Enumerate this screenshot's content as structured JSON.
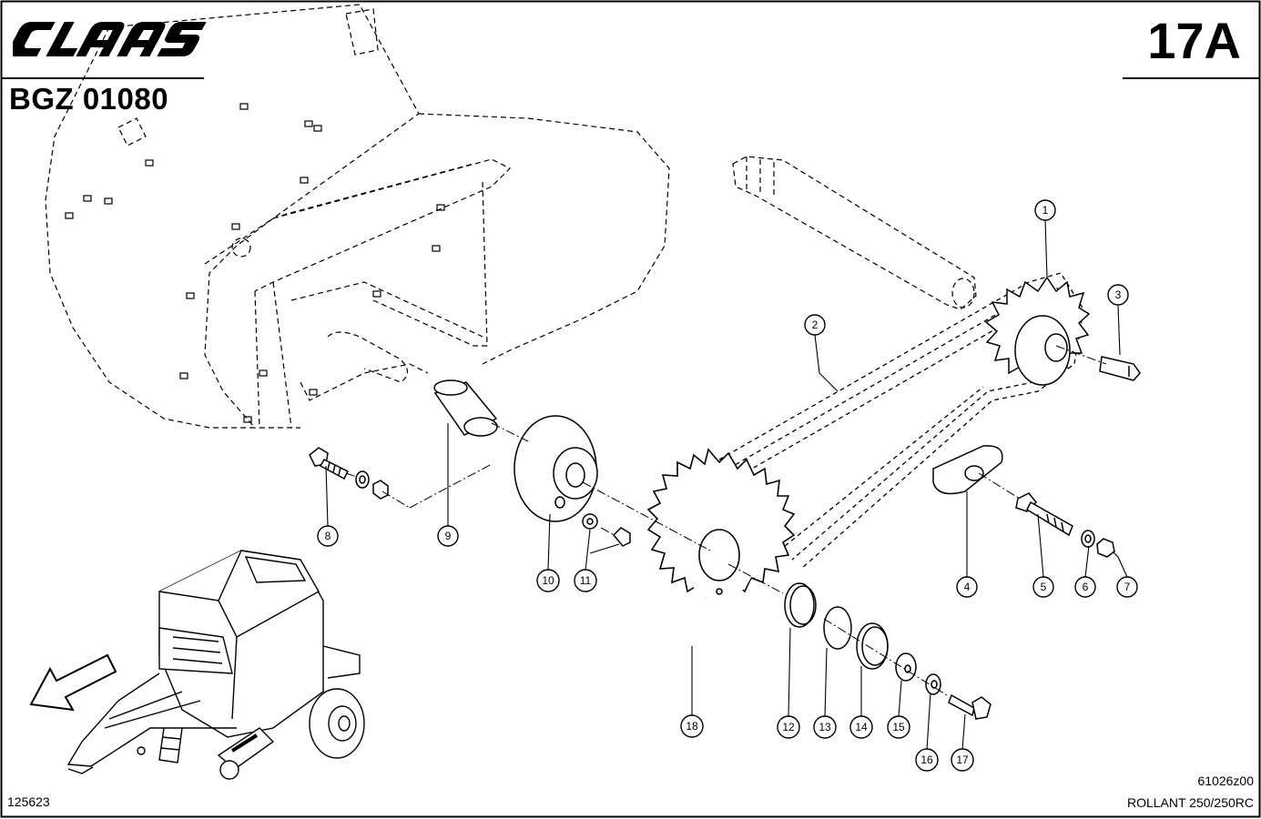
{
  "brand": {
    "logo_text": "CLAAS"
  },
  "header": {
    "group_code": "BGZ 01080",
    "sheet_number": "17A"
  },
  "footer": {
    "image_ref": "125623",
    "drawing_code": "61026z00",
    "model": "ROLLANT 250/250RC"
  },
  "callouts": [
    {
      "id": "1",
      "label": "1"
    },
    {
      "id": "2",
      "label": "2"
    },
    {
      "id": "3",
      "label": "3"
    },
    {
      "id": "4",
      "label": "4"
    },
    {
      "id": "5",
      "label": "5"
    },
    {
      "id": "6",
      "label": "6"
    },
    {
      "id": "7",
      "label": "7"
    },
    {
      "id": "8",
      "label": "8"
    },
    {
      "id": "9",
      "label": "9"
    },
    {
      "id": "10",
      "label": "10"
    },
    {
      "id": "11",
      "label": "11"
    },
    {
      "id": "12",
      "label": "12"
    },
    {
      "id": "13",
      "label": "13"
    },
    {
      "id": "14",
      "label": "14"
    },
    {
      "id": "15",
      "label": "15"
    },
    {
      "id": "16",
      "label": "16"
    },
    {
      "id": "17",
      "label": "17"
    },
    {
      "id": "18",
      "label": "18"
    }
  ]
}
